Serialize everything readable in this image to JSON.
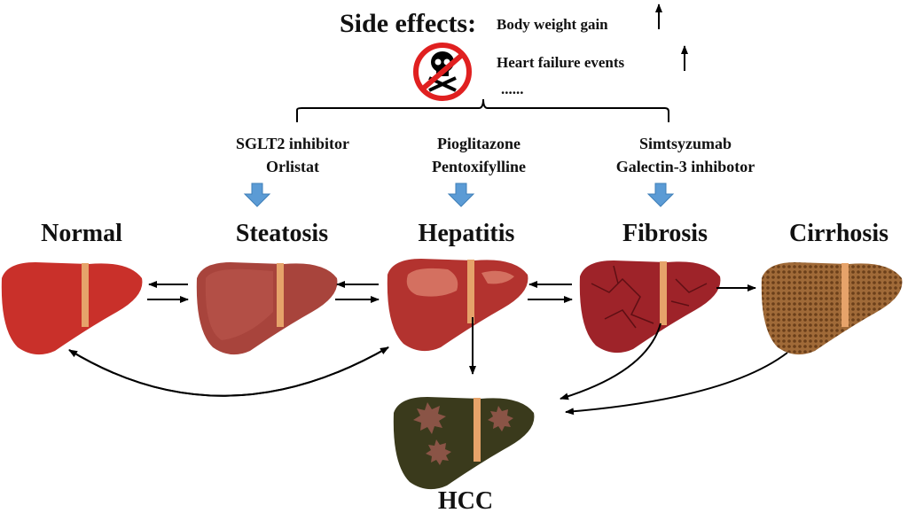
{
  "side_effects": {
    "title": "Side effects:",
    "items": [
      "Body weight gain",
      "Heart failure events",
      "......"
    ]
  },
  "drugs": [
    {
      "line1": "SGLT2 inhibitor",
      "line2": "Orlistat"
    },
    {
      "line1": "Pioglitazone",
      "line2": "Pentoxifylline"
    },
    {
      "line1": "Simtsyzumab",
      "line2": "Galectin-3 inhibotor"
    }
  ],
  "stages": {
    "normal": "Normal",
    "steatosis": "Steatosis",
    "hepatitis": "Hepatitis",
    "fibrosis": "Fibrosis",
    "cirrhosis": "Cirrhosis",
    "hcc": "HCC"
  },
  "colors": {
    "normal": "#c9302a",
    "steatosis": "#a8443c",
    "hepatitis": "#b3332f",
    "fibrosis": "#9e2329",
    "cirrhosis": "#9a6636",
    "hcc": "#3a3a1c",
    "drug_arrow": "#5b9bd5"
  }
}
